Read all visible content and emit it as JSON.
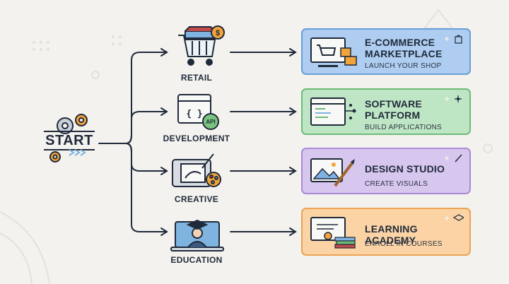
{
  "start": {
    "label": "START"
  },
  "categories": [
    {
      "label": "RETAIL",
      "icon": "shopping-cart-icon"
    },
    {
      "label": "DEVELOPMENT",
      "icon": "code-window-icon",
      "badge": "API"
    },
    {
      "label": "CREATIVE",
      "icon": "drawing-tablet-icon"
    },
    {
      "label": "EDUCATION",
      "icon": "graduate-laptop-icon"
    }
  ],
  "cards": [
    {
      "title_line1": "E-COMMERCE",
      "title_line2": "MARKETPLACE",
      "subtitle": "LAUNCH YOUR SHOP",
      "color": "#aecdf0",
      "border": "#6a9fd6",
      "icon": "online-store-icon"
    },
    {
      "title_line1": "SOFTWARE",
      "title_line2": "PLATFORM",
      "subtitle": "BUILD APPLICATIONS",
      "color": "#bfe6c4",
      "border": "#6dbb78",
      "icon": "software-window-icon"
    },
    {
      "title_line1": "DESIGN STUDIO",
      "title_line2": "",
      "subtitle": "CREATE VISUALS",
      "color": "#d7c6ee",
      "border": "#a98bd6",
      "icon": "image-brush-icon"
    },
    {
      "title_line1": "LEARNING ACADEMY",
      "title_line2": "",
      "subtitle": "ENROLL IN COURSES",
      "color": "#fbd3a4",
      "border": "#eaa455",
      "icon": "certificate-books-icon"
    }
  ]
}
